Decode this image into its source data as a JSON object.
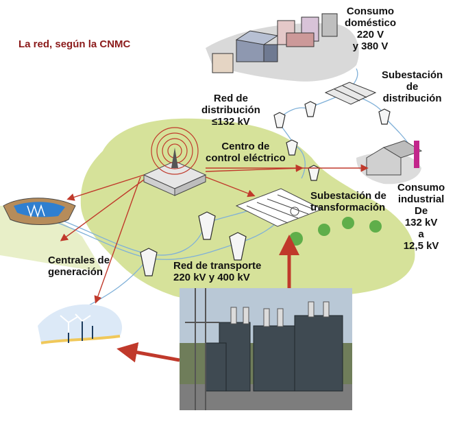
{
  "title": "La red, según la CNMC",
  "labels": {
    "consumo_domestico": "Consumo\ndoméstico\n220 V\ny 380 V",
    "subestacion_distribucion": "Subestación\nde\ndistribución",
    "red_distribucion": "Red de\ndistribución\n≤132 kV",
    "centro_control": "Centro de\ncontrol eléctrico",
    "consumo_industrial": "Consumo\nindustrial\nDe\n132 kV\na\n12,5 kV",
    "subestacion_transformacion": "Subestación de\ntransformación",
    "centrales_generacion": "Centrales de\ngeneración",
    "red_transporte": "Red de transporte\n220 kV y 400 kV"
  },
  "colors": {
    "title": "#8b1a1a",
    "land": "#d6e29a",
    "arrow": "#c0392b",
    "line": "#7fb0d8",
    "tower": "#2a2a2a",
    "factory_chimney": "#c2268b",
    "water": "#2f7fd0"
  },
  "icons": [
    "houses-illustration",
    "substation-illustration",
    "control-center-illustration",
    "factory-illustration",
    "dam-illustration",
    "wind-turbines-illustration",
    "transformer-photo"
  ]
}
